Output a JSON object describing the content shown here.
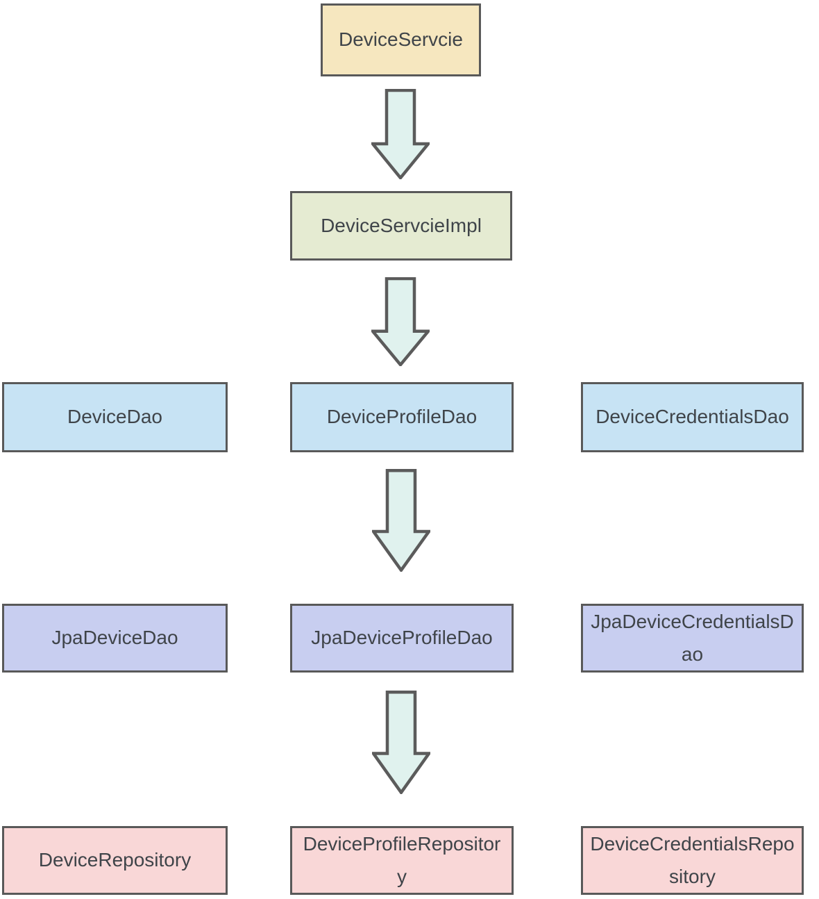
{
  "colors": {
    "background": "#ffffff",
    "node_border": "#595959",
    "node_text": "#3f4449",
    "service_fill": "#f6e7bf",
    "service_impl_fill": "#e5ebd2",
    "dao_layer_fill": "#c7e3f4",
    "jpa_layer_fill": "#c8cef0",
    "repository_layer_fill": "#f9d7d7",
    "arrow_fill": "#e0f2ee",
    "arrow_stroke": "#5b5b5b"
  },
  "diagram": {
    "service": {
      "label": "DeviceServcie"
    },
    "service_impl": {
      "label": "DeviceServcieImpl"
    },
    "dao_layer": {
      "device_dao": {
        "label": "DeviceDao"
      },
      "device_profile_dao": {
        "label": "DeviceProfileDao"
      },
      "device_credentials_dao": {
        "label": "DeviceCredentialsDao"
      }
    },
    "jpa_layer": {
      "jpa_device_dao": {
        "label": "JpaDeviceDao"
      },
      "jpa_device_profile_dao": {
        "label": "JpaDeviceProfileDao"
      },
      "jpa_device_credentials_dao": {
        "label": "JpaDeviceCredentialsDao"
      }
    },
    "repository_layer": {
      "device_repository": {
        "label": "DeviceRepository"
      },
      "device_profile_repository": {
        "label": "DeviceProfileRepository"
      },
      "device_credentials_repository": {
        "label": "DeviceCredentialsRepository"
      }
    },
    "arrows": [
      {
        "name": "service-to-impl",
        "direction": "down"
      },
      {
        "name": "impl-to-device-profile-dao",
        "direction": "down"
      },
      {
        "name": "device-profile-dao-to-jpa",
        "direction": "down"
      },
      {
        "name": "jpa-to-repository",
        "direction": "down"
      }
    ]
  }
}
